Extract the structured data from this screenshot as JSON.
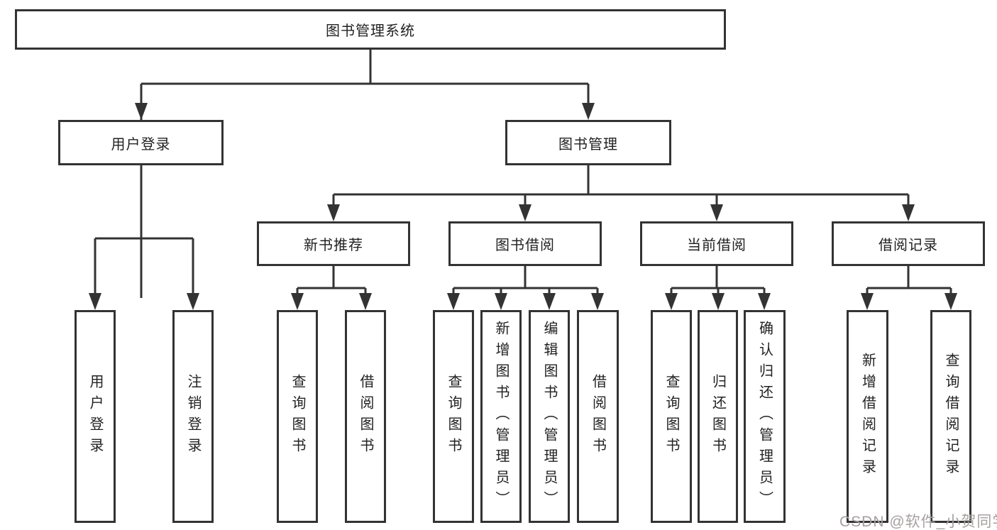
{
  "tree": {
    "label": "图书管理系统",
    "children": [
      {
        "label": "用户登录",
        "children": [
          {
            "label": "用户登录"
          },
          {
            "label": "注销登录"
          }
        ]
      },
      {
        "label": "图书管理",
        "children": [
          {
            "label": "新书推荐",
            "children": [
              {
                "label": "查询图书"
              },
              {
                "label": "借阅图书"
              }
            ]
          },
          {
            "label": "图书借阅",
            "children": [
              {
                "label": "查询图书"
              },
              {
                "label": "新增图书（管理员）"
              },
              {
                "label": "编辑图书（管理员）"
              },
              {
                "label": "借阅图书"
              }
            ]
          },
          {
            "label": "当前借阅",
            "children": [
              {
                "label": "查询图书"
              },
              {
                "label": "归还图书"
              },
              {
                "label": "确认归还（管理员）"
              }
            ]
          },
          {
            "label": "借阅记录",
            "children": [
              {
                "label": "新增借阅记录"
              },
              {
                "label": "查询借阅记录"
              }
            ]
          }
        ]
      }
    ]
  },
  "watermark": {
    "text": "CSDN @软件_小贺同学"
  },
  "colors": {
    "line": "#333333",
    "box_border": "#333333",
    "text": "#222222",
    "watermark": "#a6a0a0",
    "background": "#ffffff"
  }
}
